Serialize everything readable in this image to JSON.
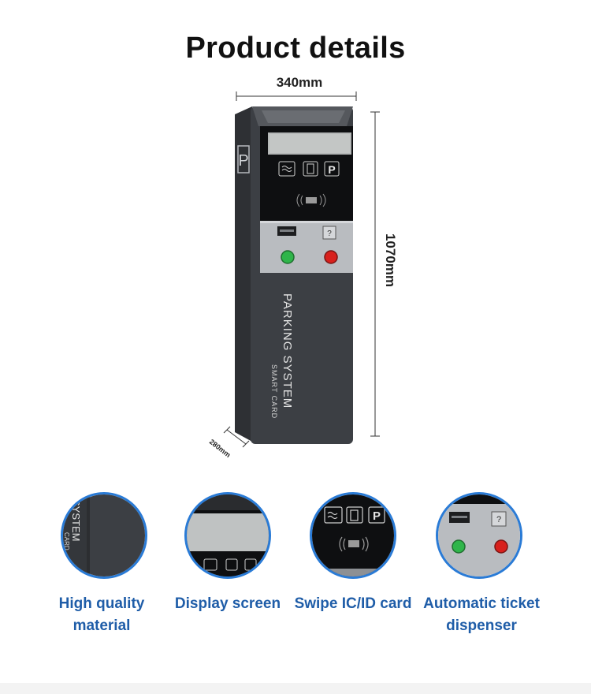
{
  "page": {
    "title": "Product details"
  },
  "dimensions": {
    "width": "340mm",
    "height": "1070mm",
    "depth": "280mm"
  },
  "product": {
    "side_symbol": "P",
    "button_symbol": "P",
    "body_text_main": "PARKING SYSTEM",
    "body_text_sub": "SMART CARD"
  },
  "features": [
    {
      "label": "High quality material",
      "icon": "material-closeup"
    },
    {
      "label": "Display screen",
      "icon": "display-closeup"
    },
    {
      "label": "Swipe IC/ID card",
      "icon": "card-reader-closeup"
    },
    {
      "label": "Automatic ticket dispenser",
      "icon": "ticket-dispenser-closeup"
    }
  ],
  "colors": {
    "body": "#3c3f44",
    "panel": "#0e0f11",
    "steel": "#b9bcc0",
    "accent_blue": "#2a7bd6",
    "label_blue": "#1f5da8",
    "green_button": "#2fb54a",
    "red_button": "#d8201c"
  }
}
